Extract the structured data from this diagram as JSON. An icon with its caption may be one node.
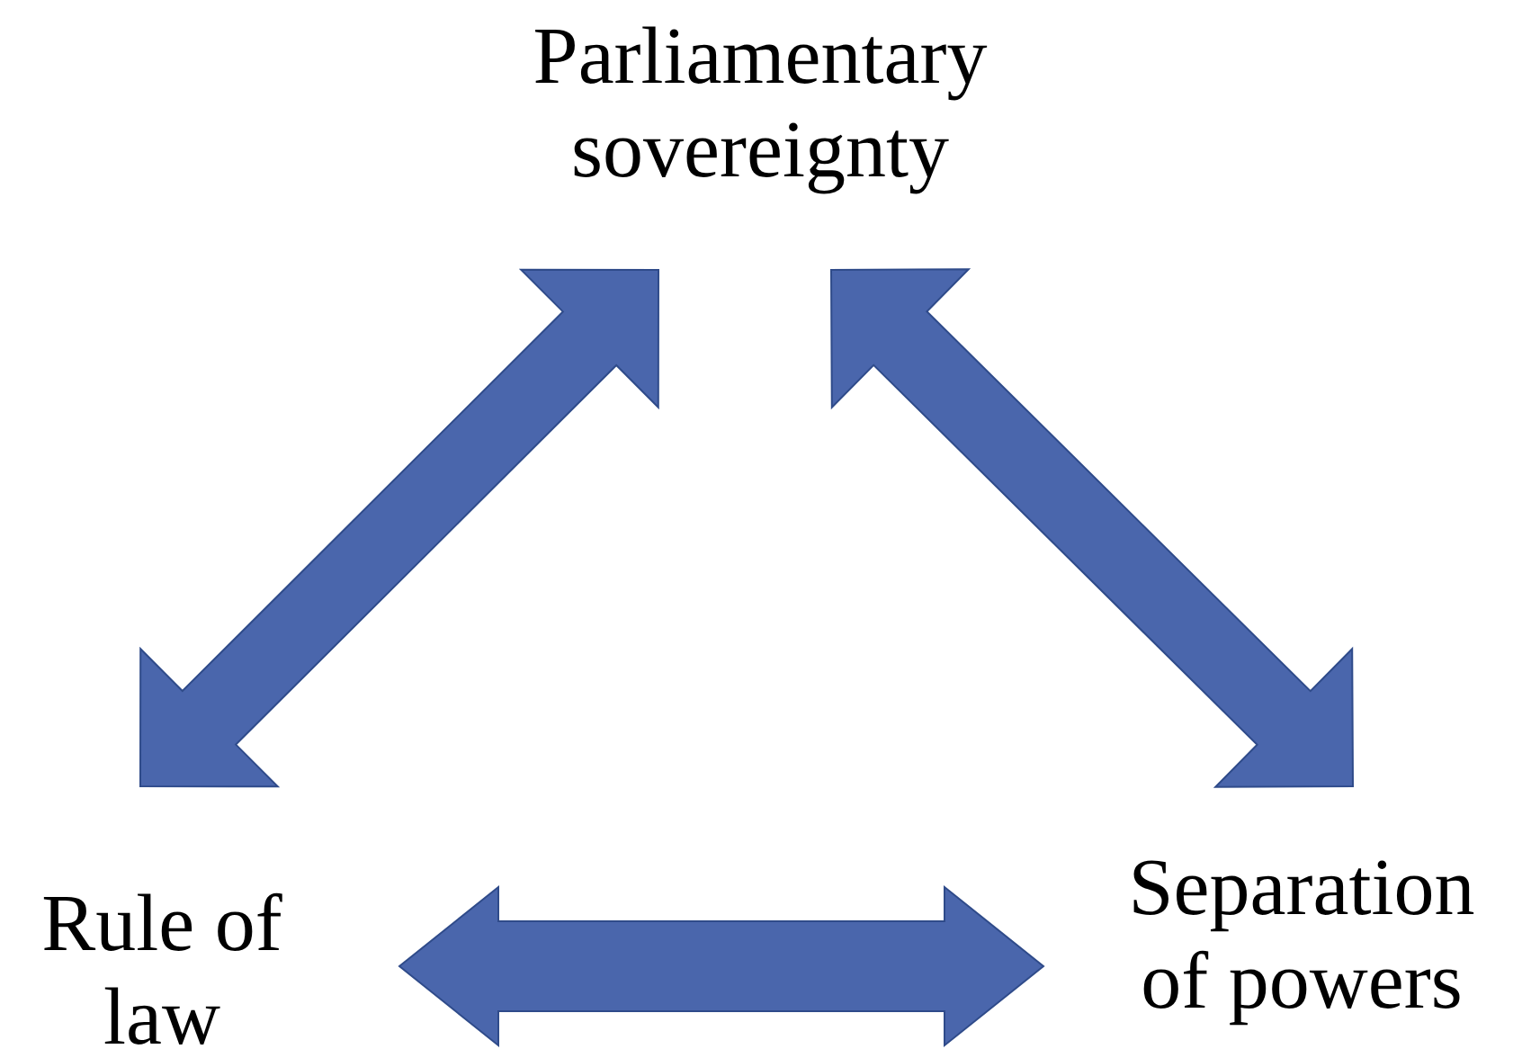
{
  "diagram": {
    "nodes": [
      {
        "text": [
          "Parliamentary sovereignty"
        ]
      },
      {
        "text": [
          "Rule of law"
        ]
      },
      {
        "text": [
          "Separation of powers"
        ]
      }
    ],
    "edges": [
      {
        "from": 0,
        "to": 1,
        "arrow": "both"
      },
      {
        "from": 0,
        "to": 2,
        "arrow": "both"
      },
      {
        "from": 1,
        "to": 2,
        "arrow": "both"
      }
    ]
  }
}
